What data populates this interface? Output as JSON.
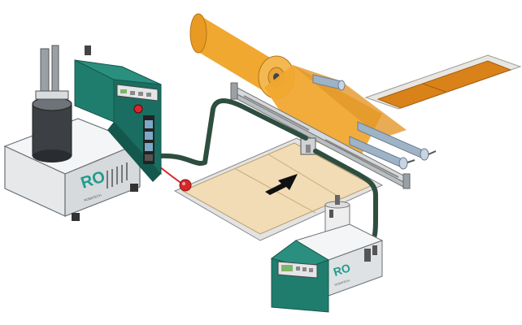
{
  "left_unit": {
    "brand": "RO",
    "model_label": "ROBATECH"
  },
  "right_unit": {
    "brand": "RO",
    "model_label": "ROBATECH"
  },
  "colors": {
    "machine_green": "#1f7d6e",
    "machine_green_dark": "#14584d",
    "housing_white": "#f4f5f6",
    "housing_grey": "#cfd3d6",
    "hose": "#2e4e3f",
    "roll_orange": "#f0a830",
    "sheet_orange": "#d98210",
    "board_beige": "#f1dcb6",
    "roller_blue": "#9fb3c7",
    "valve_red": "#d8262a",
    "arrow": "#111111"
  }
}
